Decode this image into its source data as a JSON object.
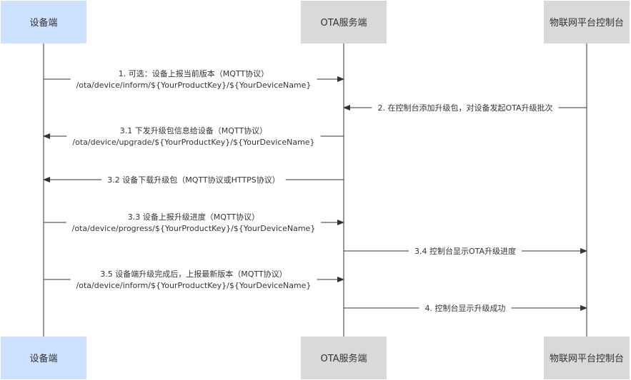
{
  "colors": {
    "device_box": "#cce0ff",
    "server_box": "#d9d9d9",
    "platform_box": "#d9d9d9",
    "line": "#333333",
    "text": "#333333"
  },
  "actors": [
    {
      "id": "device",
      "label": "设备端"
    },
    {
      "id": "server",
      "label": "OTA服务端"
    },
    {
      "id": "platform",
      "label": "物联网平台控制台"
    }
  ],
  "messages": [
    {
      "from": "device",
      "to": "server",
      "lines": [
        "1. 可选：设备上报当前版本（MQTT协议）",
        "/ota/device/inform/${YourProductKey}/${YourDeviceName}"
      ]
    },
    {
      "from": "platform",
      "to": "server",
      "lines": [
        "2. 在控制台添加升级包，对设备发起OTA升级批次"
      ]
    },
    {
      "from": "server",
      "to": "device",
      "lines": [
        "3.1 下发升级包信息给设备（MQTT协议）",
        "/ota/device/upgrade/${YourProductKey}/${YourDeviceName}"
      ]
    },
    {
      "from": "server",
      "to": "device",
      "lines": [
        "3.2 设备下载升级包（MQTT协议或HTTPS协议）"
      ]
    },
    {
      "from": "device",
      "to": "server",
      "lines": [
        "3.3 设备上报升级进度（MQTT协议）",
        "/ota/device/progress/${YourProductKey}/${YourDeviceName}"
      ]
    },
    {
      "from": "server",
      "to": "platform",
      "lines": [
        "3.4 控制台显示OTA升级进度"
      ]
    },
    {
      "from": "device",
      "to": "server",
      "lines": [
        "3.5 设备端升级完成后，上报最新版本（MQTT协议）",
        "/ota/device/inform/${YourProductKey}/${YourDeviceName}"
      ]
    },
    {
      "from": "server",
      "to": "platform",
      "lines": [
        "4. 控制台显示升级成功"
      ]
    }
  ]
}
